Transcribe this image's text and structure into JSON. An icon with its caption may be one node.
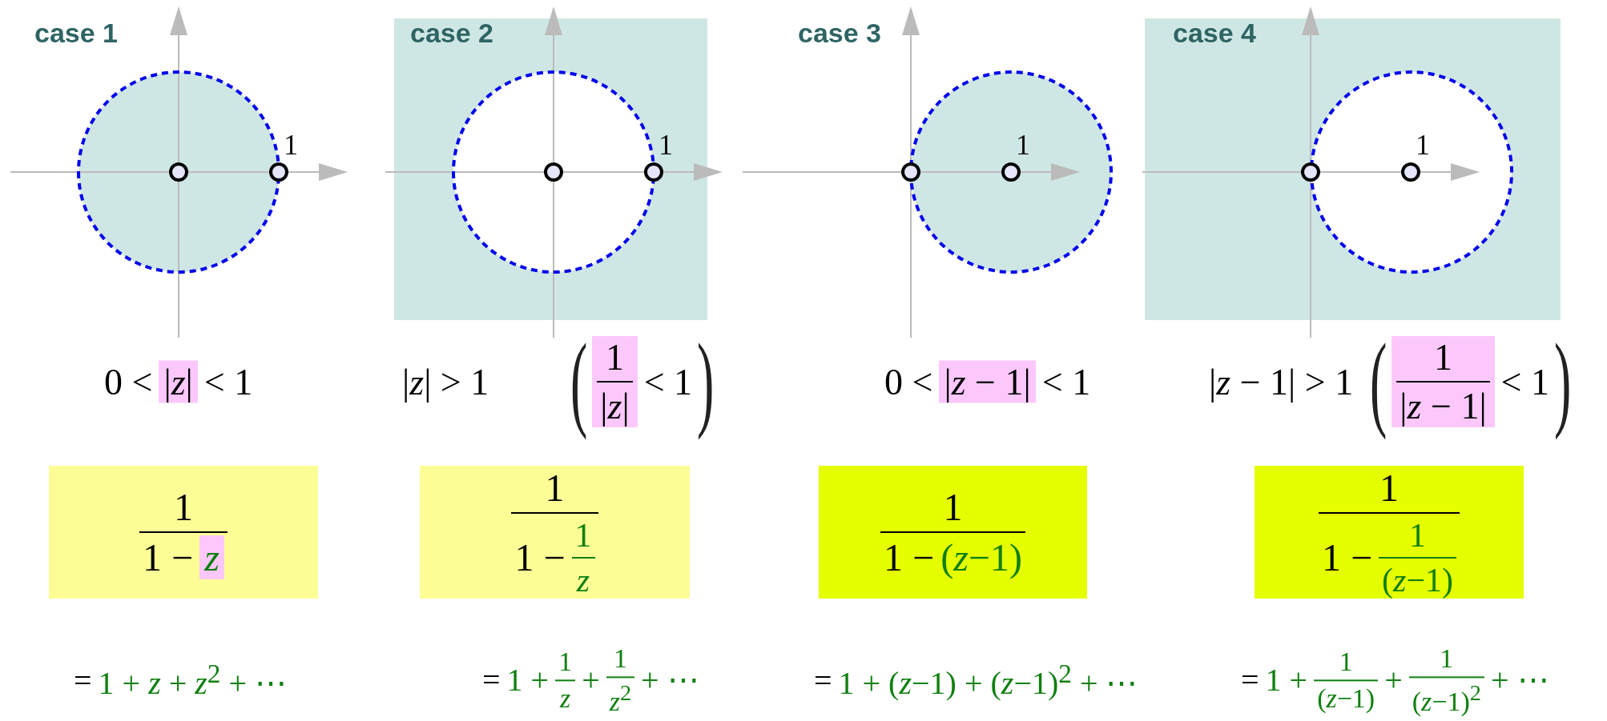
{
  "diagram": {
    "nodes": [
      {
        "text": [
          "1",
          "1 −",
          "z"
        ]
      },
      {
        "text": [
          "1",
          "1 −",
          "1",
          "z"
        ]
      },
      {
        "text": [
          "1",
          "1 −",
          "(*z*−1)"
        ]
      },
      {
        "text": [
          "1",
          "1 −",
          "1",
          "(*z*−1)"
        ]
      }
    ],
    "labels": [
      "case 1",
      "1",
      "case 2",
      "1",
      "case 3",
      "1",
      "case 4",
      "1",
      "0 <",
      "|*z*|",
      "< 1",
      "|*z*| > 1",
      "(",
      "1",
      "|*z*|",
      "< 1",
      ")",
      "0 <",
      "|*z* − 1|",
      "< 1",
      "|*z* − 1| > 1",
      "(",
      "1",
      "|*z* − 1|",
      "< 1",
      ")",
      "=",
      "1 + *z* + *z*$^{2}$ + ⋯",
      "=",
      "1 +",
      "1",
      "z",
      "+",
      "1",
      "*z*$^{2}$",
      "+ ⋯",
      "=",
      "1 + (*z*−1) + (*z*−1)$^{2}$ + ⋯",
      "=",
      "1 +",
      "1",
      "(*z*−1)",
      "+",
      "1",
      "(*z*−1)$^{2}$",
      "+ ⋯"
    ]
  }
}
